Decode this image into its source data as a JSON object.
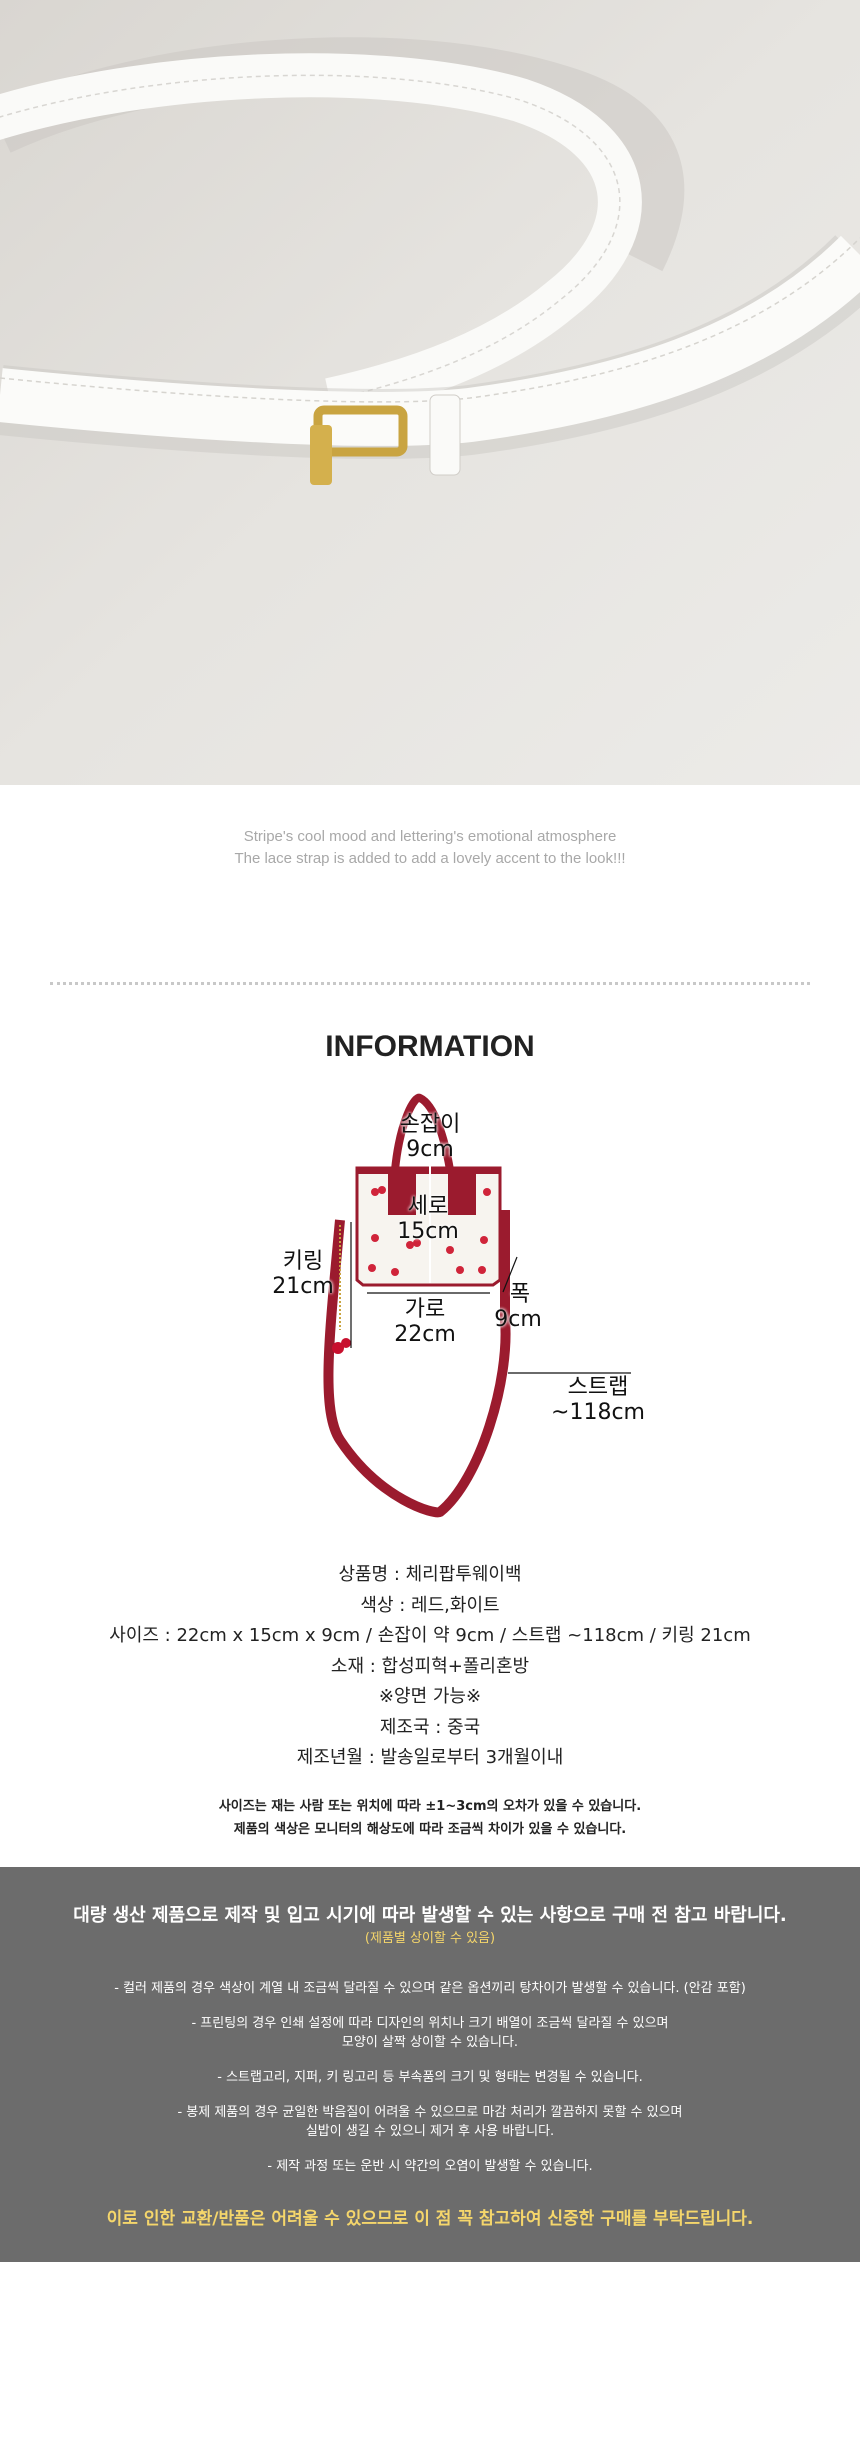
{
  "caption": {
    "line1": "Stripe's cool mood and lettering's emotional atmosphere",
    "line2": "The lace strap is added to add a lovely accent to the look!!!"
  },
  "info": {
    "title": "INFORMATION",
    "diagram": {
      "handle_label": "손잡이",
      "handle_value": "9cm",
      "height_label": "세로",
      "height_value": "15cm",
      "keyring_label": "키링",
      "keyring_value": "21cm",
      "width_label": "가로",
      "width_value": "22cm",
      "depth_label": "폭",
      "depth_value": "9cm",
      "strap_label": "스트랩",
      "strap_value": "~118cm"
    },
    "specs": [
      "상품명 : 체리팝투웨이백",
      "색상 : 레드,화이트",
      "사이즈 :  22cm x 15cm x 9cm / 손잡이 약 9cm / 스트랩 ~118cm / 키링 21cm",
      "소재 : 합성피혁+폴리혼방",
      "※양면 가능※",
      "제조국 : 중국",
      "제조년월 : 발송일로부터 3개월이내"
    ],
    "notes": [
      "사이즈는 재는 사람 또는 위치에 따라 ±1~3cm의 오차가 있을 수 있습니다.",
      "제품의 색상은 모니터의 해상도에 따라 조금씩 차이가 있을 수 있습니다."
    ]
  },
  "notice": {
    "head": "대량 생산 제품으로 제작 및 입고 시기에 따라 발생할 수 있는 사항으로 구매 전 참고 바랍니다.",
    "sub": "(제품별 상이할 수 있음)",
    "items": [
      [
        "- 컬러 제품의 경우 색상이 계열 내 조금씩 달라질 수 있으며 같은 옵션끼리 탕차이가 발생할 수 있습니다. (안감 포함)"
      ],
      [
        "- 프린팅의 경우 인쇄 설정에 따라 디자인의 위치나 크기 배열이 조금씩 달라질 수 있으며",
        "모양이 살짝 상이할 수 있습니다."
      ],
      [
        "- 스트랩고리, 지퍼, 키 링고리 등 부속품의 크기 및 형태는 변경될 수 있습니다."
      ],
      [
        "- 봉제 제품의 경우 균일한 박음질이 어려울 수 있으므로  마감 처리가 깔끔하지 못할 수 있으며",
        "실밥이 생길 수 있으니 제거 후 사용 바랍니다."
      ],
      [
        "- 제작 과정 또는 운반 시 약간의 오염이 발생할 수 있습니다."
      ]
    ],
    "foot": "이로 인한 교환/반품은 어려울 수 있으므로 이 점 꼭 참고하여 신중한 구매를 부탁드립니다."
  },
  "colors": {
    "bag_red": "#9b1b2e",
    "notice_bg": "#6c6c6c",
    "notice_accent": "#f5d66b"
  }
}
